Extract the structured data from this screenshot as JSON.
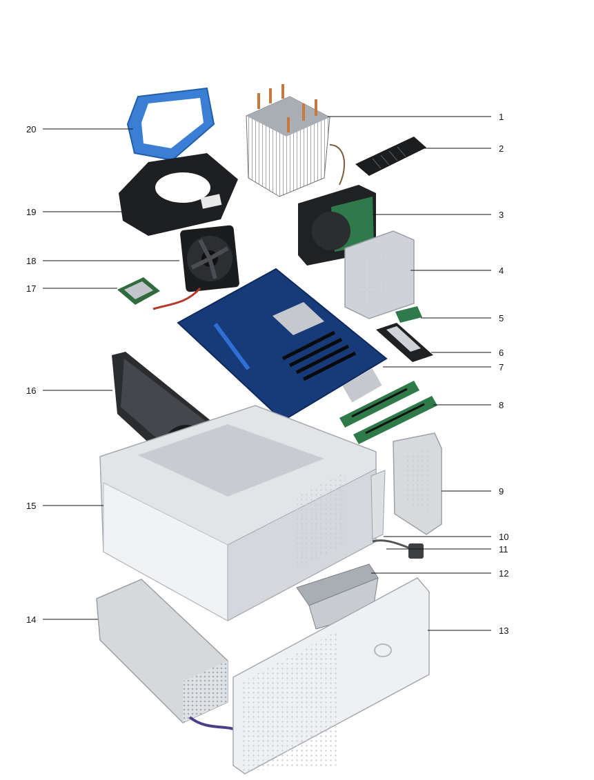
{
  "diagram": {
    "callouts_right": [
      "1",
      "2",
      "3",
      "4",
      "5",
      "6",
      "7",
      "8",
      "9",
      "10",
      "11",
      "12",
      "13"
    ],
    "callouts_left": [
      "20",
      "19",
      "18",
      "17",
      "16",
      "15",
      "14"
    ]
  }
}
